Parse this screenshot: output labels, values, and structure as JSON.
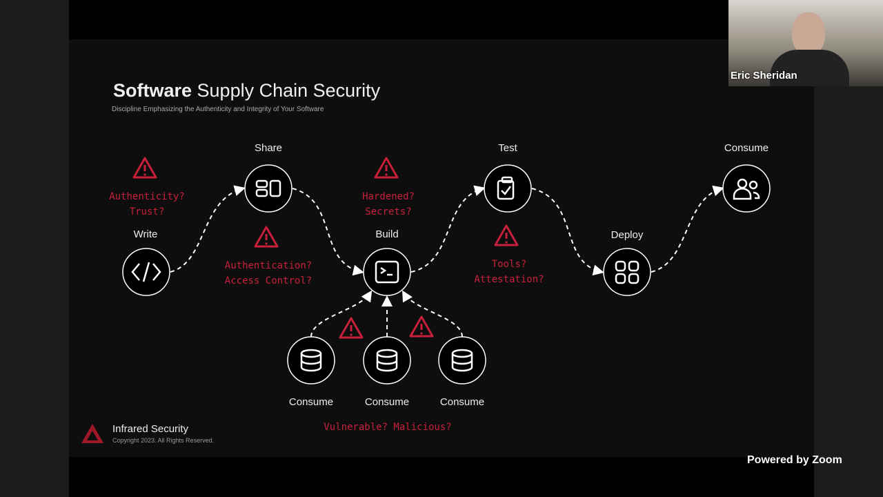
{
  "slide": {
    "title_bold": "Software",
    "title_rest": " Supply Chain Security",
    "subtitle": "Discipline Emphasizing the Authenticity and Integrity of Your Software",
    "stages": {
      "write": "Write",
      "share": "Share",
      "build": "Build",
      "test": "Test",
      "deploy": "Deploy",
      "consume": "Consume",
      "consume_dep": "Consume"
    },
    "warnings": {
      "w1a": "Authenticity?",
      "w1b": "Trust?",
      "w2a": "Authentication?",
      "w2b": "Access Control?",
      "w3a": "Hardened?",
      "w3b": "Secrets?",
      "w4a": "Tools?",
      "w4b": "Attestation?",
      "w5": "Vulnerable? Malicious?"
    },
    "brand": "Infrared Security",
    "copyright": "Copyright 2023. All Rights Reserved.",
    "accent": "#c8203a"
  },
  "meeting": {
    "participant": "Eric Sheridan",
    "powered_by": "Powered by Zoom"
  }
}
